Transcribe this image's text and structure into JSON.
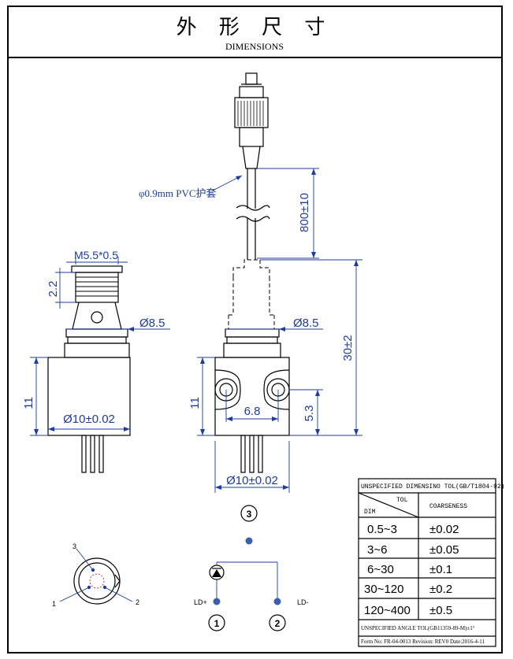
{
  "title": {
    "zh": "外 形 尺 寸",
    "en": "DIMENSIONS"
  },
  "callout": {
    "jacket": "φ0.9mm PVC护套"
  },
  "left_view": {
    "thread": "M5.5*0.5",
    "thread_len": "2.2",
    "neck_dia": "Ø8.5",
    "body_h": "11",
    "body_dia": "Ø10±0.02"
  },
  "front_view": {
    "cable_len": "800±10",
    "total_len": "30±2",
    "neck_dia": "Ø8.5",
    "body_h": "11",
    "hole_pitch": "6.8",
    "hole_h": "5.3",
    "body_dia": "Ø10±0.02"
  },
  "pin_view": {
    "labels": [
      "3",
      "1",
      "2"
    ]
  },
  "circuit": {
    "pin1": "1",
    "pin2": "2",
    "pin3": "3",
    "ld_plus": "LD+",
    "ld_minus": "LD-"
  },
  "tolerance_table": {
    "title": "UNSPECIFIED DIMENSINO TOL(GB/T1804-92)",
    "col_tol": "TOL",
    "col_dim": "DIM",
    "col_coarse": "COARSENESS",
    "rows": [
      {
        "range": "0.5~3",
        "tol": "±0.02"
      },
      {
        "range": "3~6",
        "tol": "±0.05"
      },
      {
        "range": "6~30",
        "tol": "±0.1"
      },
      {
        "range": "30~120",
        "tol": "±0.2"
      },
      {
        "range": "120~400",
        "tol": "±0.5"
      }
    ],
    "angle_note": "UNSPECIFIED ANGLE TOL(GB11359-89-M)±1°",
    "form_note": "Form No: FR-04-0013 Revision: REV0 Date:2016-4-11"
  }
}
